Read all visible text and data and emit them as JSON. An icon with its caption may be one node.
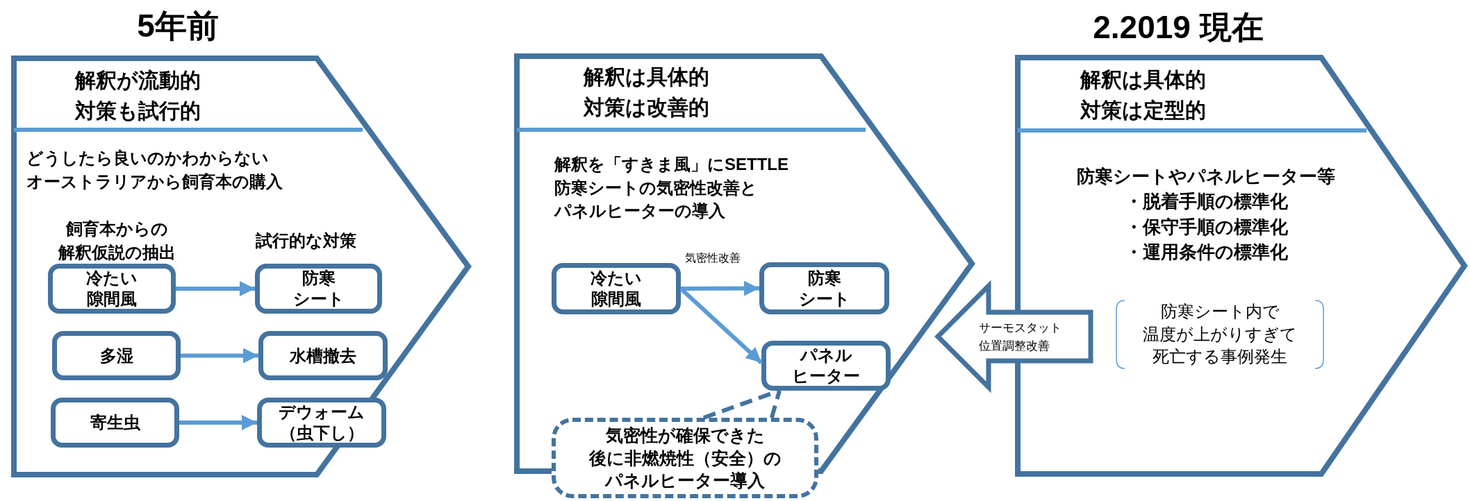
{
  "diagram": {
    "nodes": [
      {
        "text": [
          "解釈が流動的対策も試行的",
          "どうしたら良いのかわからないオーストラリアから飼育本の購入",
          "飼育本からの解釈仮説の抽出",
          "試行的な対策"
        ],
        "beside": [
          "5年前"
        ]
      },
      {
        "text": [
          "冷たい隙間風"
        ],
        "in": 0
      },
      {
        "text": [
          "防寒シート"
        ],
        "in": 0
      },
      {
        "text": [
          "多湿"
        ],
        "in": 0
      },
      {
        "text": [
          "水槽撤去"
        ],
        "in": 0
      },
      {
        "text": [
          "寄生虫"
        ],
        "in": 0
      },
      {
        "text": [
          "デウォーム（虫下し）"
        ],
        "in": 0
      },
      {
        "text": [
          "解釈は具体的対策は改善的",
          "解釈を「すきま風」にSETTLE防寒シートの気密性改善とパネルヒーターの導入"
        ]
      },
      {
        "text": [
          "冷たい隙間風"
        ],
        "in": 7
      },
      {
        "text": [
          "防寒シート"
        ],
        "in": 7
      },
      {
        "text": [
          "パネルヒーター"
        ],
        "in": 7
      },
      {
        "text": [
          "気密性が確保できた後に非燃焼性（安全）のパネルヒーター導入"
        ]
      },
      {
        "text": [
          "解釈は具体的対策は定型的",
          "防寒シートやパネルヒーター等・脱着手順の標準化・保守手順の標準化・運用条件の標準化"
        ],
        "beside": [
          "2.2019 現在"
        ]
      },
      {
        "text": [
          "防寒シート内で温度が上がりすぎて死亡する事例発生"
        ],
        "in": 12
      }
    ],
    "edges": [
      {
        "from": 1,
        "to": 2,
        "arrow": "to"
      },
      {
        "from": 3,
        "to": 4,
        "arrow": "to"
      },
      {
        "from": 5,
        "to": 6,
        "arrow": "to"
      },
      {
        "from": 8,
        "to": 9,
        "arrow": "to",
        "label": "気密性改善"
      },
      {
        "from": 8,
        "to": 10,
        "arrow": "to"
      },
      {
        "from": 11,
        "to": 10,
        "arrow": "none",
        "style": "dashed",
        "color": "#44739f"
      },
      {
        "from": 13,
        "to": 10,
        "arrow": "to",
        "label": "サーモスタット位置調整改善",
        "color": "#44739f"
      }
    ]
  }
}
